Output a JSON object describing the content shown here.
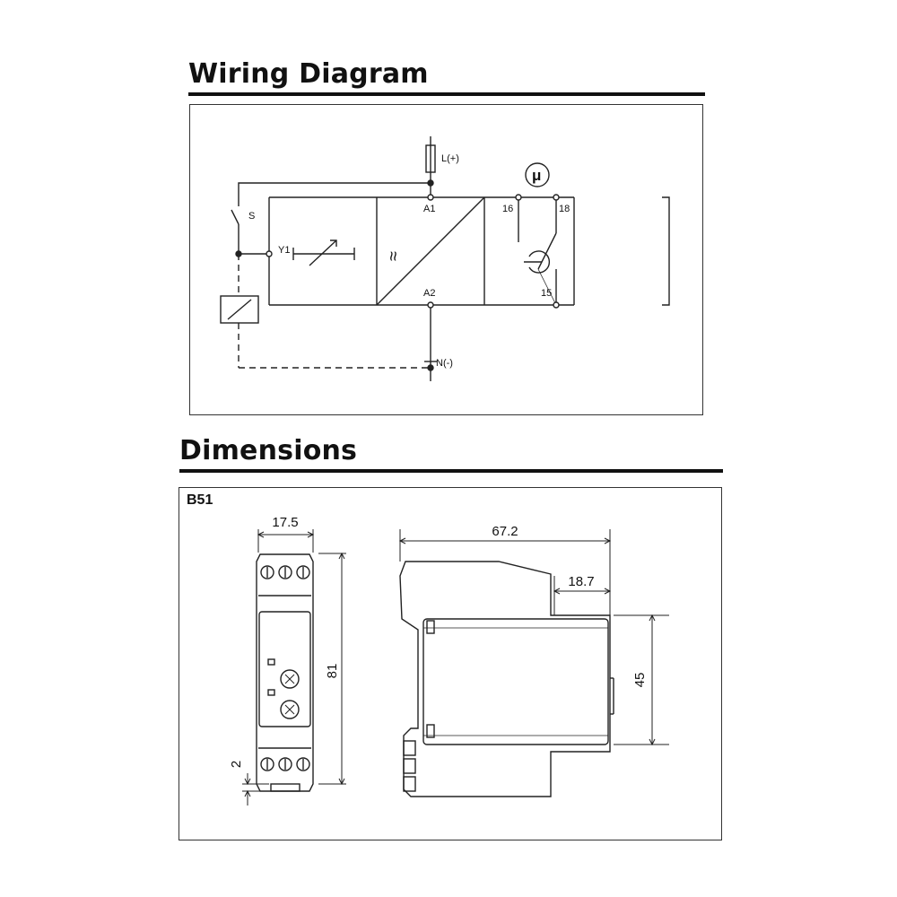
{
  "sections": {
    "wiring_title": "Wiring Diagram",
    "dimensions_title": "Dimensions"
  },
  "wiring": {
    "terminals": {
      "L": "L(+)",
      "N": "N(-)",
      "A1": "A1",
      "A2": "A2",
      "Y1": "Y1",
      "S": "S",
      "t16": "16",
      "t18": "18",
      "t15": "15"
    },
    "approx_symbol": "≈",
    "micro_symbol": "μ"
  },
  "dimensions": {
    "model": "B51",
    "width": "17.5",
    "height": "81",
    "offset": "2",
    "depth": "67.2",
    "step": "18.7",
    "inner_height": "45"
  }
}
